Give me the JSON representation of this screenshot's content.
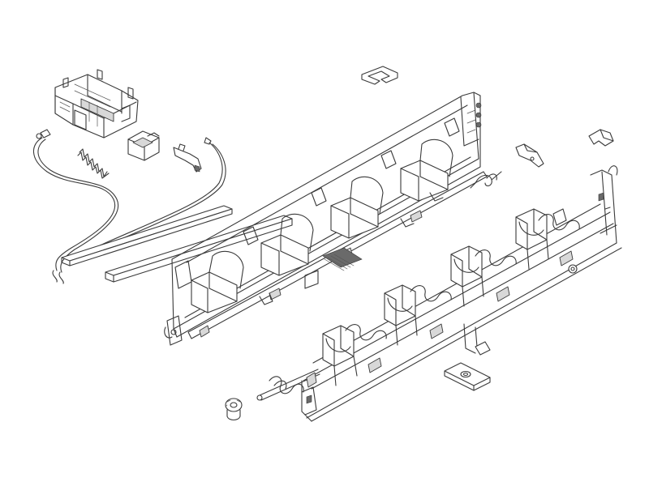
{
  "diagram": {
    "type": "exploded-parts-view",
    "background": "#ffffff",
    "line_color": "#3a3a3a",
    "parts": [
      {
        "id": "housing-bracket",
        "icon": "bracket-icon"
      },
      {
        "id": "cable-assembly",
        "icon": "cable-icon"
      },
      {
        "id": "compression-spring",
        "icon": "spring-icon"
      },
      {
        "id": "clip-block",
        "icon": "clip-icon"
      },
      {
        "id": "sensor-lever",
        "icon": "lever-icon"
      },
      {
        "id": "square-rod-upper",
        "icon": "rod-icon"
      },
      {
        "id": "square-rod-lower",
        "icon": "rod-icon"
      },
      {
        "id": "top-clip",
        "icon": "clip-icon"
      },
      {
        "id": "rear-frame",
        "icon": "frame-icon"
      },
      {
        "id": "torsion-spring",
        "icon": "spring-icon"
      },
      {
        "id": "latch-lever",
        "icon": "latch-icon"
      },
      {
        "id": "hook-clip",
        "icon": "hook-icon"
      },
      {
        "id": "front-frame-with-augers",
        "icon": "auger-icon"
      },
      {
        "id": "auger-shaft",
        "icon": "auger-icon"
      },
      {
        "id": "knob-gear",
        "icon": "gear-icon"
      },
      {
        "id": "mounting-plate",
        "icon": "plate-icon"
      }
    ]
  }
}
